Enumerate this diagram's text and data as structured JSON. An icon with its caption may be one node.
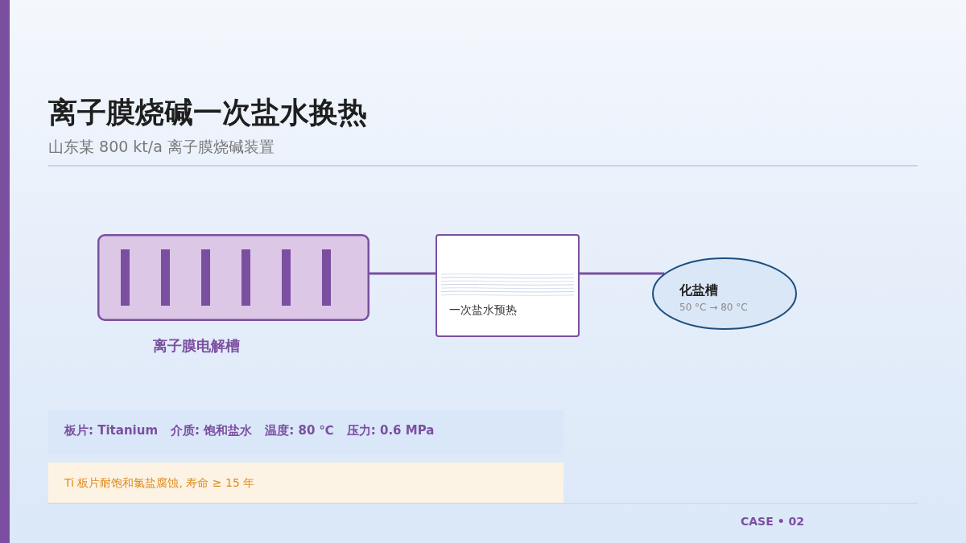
{
  "diagram": {
    "title": "离子膜烧碱一次盐水换热",
    "nodes": [
      {
        "text": [
          "离子膜电解槽"
        ]
      },
      {
        "text": [
          "一次盐水预热"
        ]
      },
      {
        "text": [
          "化盐槽",
          "50 °C → 80 °C"
        ]
      }
    ],
    "edges": [
      {
        "from": 0,
        "to": 1,
        "arrow": "none"
      },
      {
        "from": 1,
        "to": 2,
        "arrow": "none"
      }
    ],
    "labels": [
      "山东某 800 kt/a 离子膜烧碱装置",
      "板片: Titanium",
      "介质: 饱和盐水",
      "温度: 80 ℃",
      "压力: 0.6 MPa",
      "Ti 板片耐饱和氯盐腐蚀, 寿命 ≥ 15 年",
      "CASE • 02"
    ]
  }
}
